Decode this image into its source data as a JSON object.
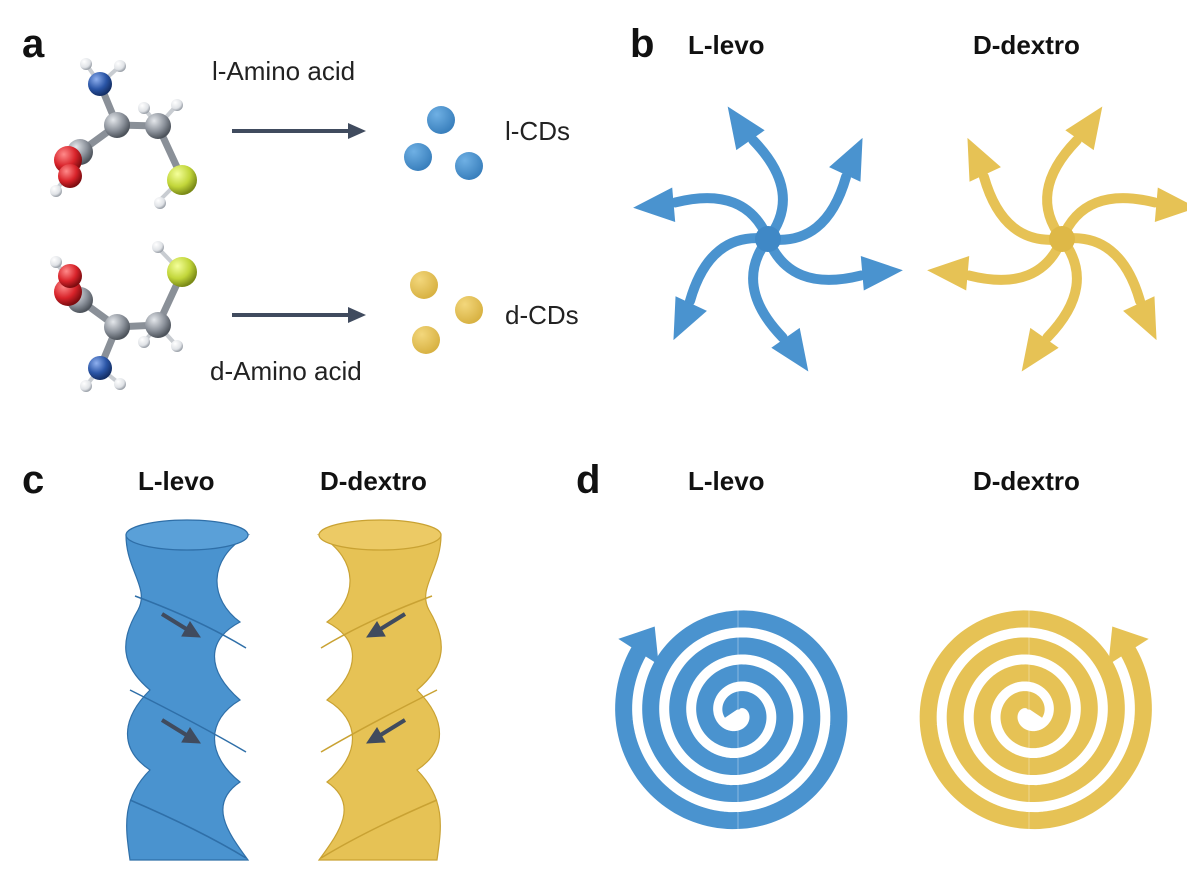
{
  "colors": {
    "levo": "#4a93cf",
    "levo_dark": "#2f6fa8",
    "dextro": "#e6c255",
    "dextro_dark": "#c9a233",
    "arrow": "#404b5e",
    "carbon": "#8c929b",
    "nitrogen": "#2a55a6",
    "oxygen": "#d8232a",
    "sulfur": "#c2d63a",
    "hydrogen": "#e8eaec"
  },
  "panel_a": {
    "letter": "a",
    "top_label": "l-Amino acid",
    "bottom_label": "d-Amino acid",
    "top_product": "l-CDs",
    "bottom_product": "d-CDs"
  },
  "panel_b": {
    "letter": "b",
    "left_title": "L-levo",
    "right_title": "D-dextro"
  },
  "panel_c": {
    "letter": "c",
    "left_title": "L-levo",
    "right_title": "D-dextro"
  },
  "panel_d": {
    "letter": "d",
    "left_title": "L-levo",
    "right_title": "D-dextro"
  }
}
